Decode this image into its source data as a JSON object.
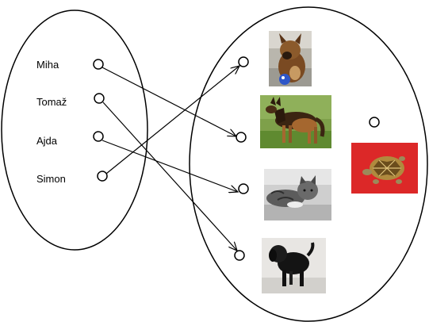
{
  "people": [
    {
      "label": "Miha"
    },
    {
      "label": "Tomaž"
    },
    {
      "label": "Ajda"
    },
    {
      "label": "Simon"
    }
  ],
  "pets": [
    {
      "name": "dog-shepherd-mix-photo",
      "kind": "dog"
    },
    {
      "name": "german-shepherd-photo",
      "kind": "dog"
    },
    {
      "name": "tabby-cat-photo",
      "kind": "cat"
    },
    {
      "name": "black-dog-photo",
      "kind": "dog"
    },
    {
      "name": "tortoise-photo",
      "kind": "tortoise"
    }
  ],
  "mapping": [
    {
      "from": "Miha",
      "to_index": 1
    },
    {
      "from": "Tomaž",
      "to_index": 3
    },
    {
      "from": "Ajda",
      "to_index": 2
    },
    {
      "from": "Simon",
      "to_index": 0
    }
  ],
  "colors": {
    "stroke": "#000000",
    "background": "#ffffff",
    "grass": "#6f9a3a",
    "tortoise_background": "#e32b2b"
  }
}
